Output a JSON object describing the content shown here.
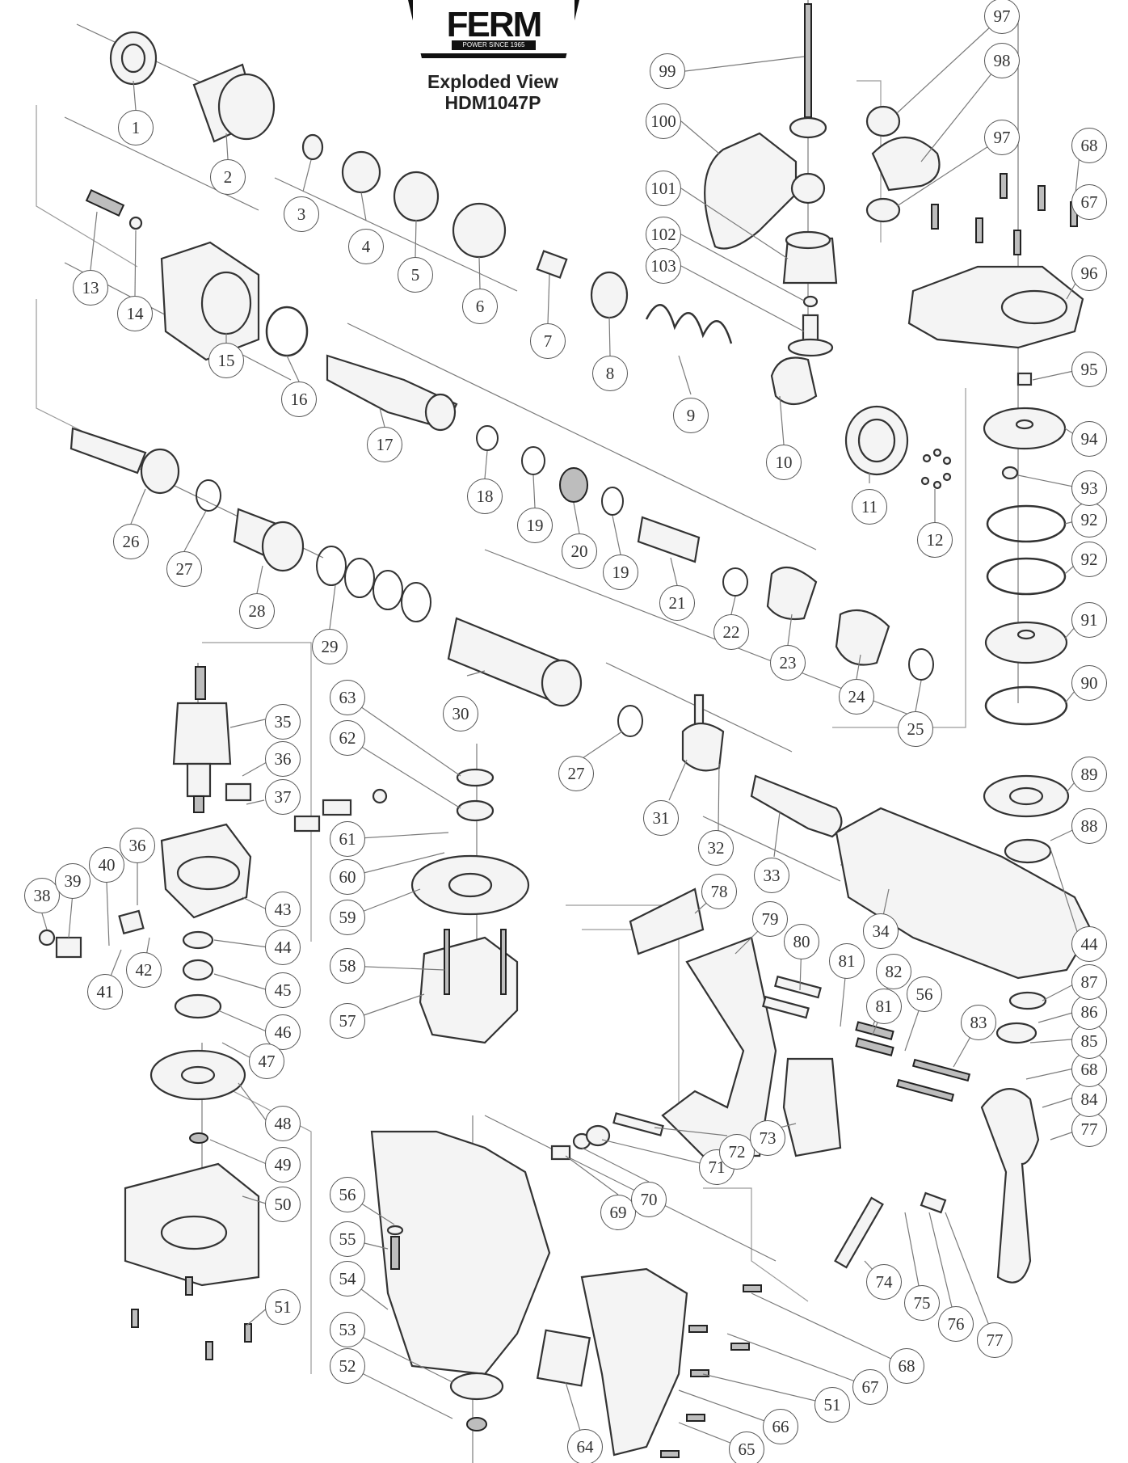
{
  "brand": {
    "name": "FERM",
    "tagline": "POWER SINCE 1965"
  },
  "header": {
    "title": "Exploded View",
    "model": "HDM1047P"
  },
  "callouts": [
    {
      "label": "1"
    },
    {
      "label": "2"
    },
    {
      "label": "3"
    },
    {
      "label": "4"
    },
    {
      "label": "5"
    },
    {
      "label": "6"
    },
    {
      "label": "7"
    },
    {
      "label": "8"
    },
    {
      "label": "9"
    },
    {
      "label": "10"
    },
    {
      "label": "11"
    },
    {
      "label": "12"
    },
    {
      "label": "13"
    },
    {
      "label": "14"
    },
    {
      "label": "15"
    },
    {
      "label": "16"
    },
    {
      "label": "17"
    },
    {
      "label": "18"
    },
    {
      "label": "19"
    },
    {
      "label": "20"
    },
    {
      "label": "19"
    },
    {
      "label": "21"
    },
    {
      "label": "22"
    },
    {
      "label": "23"
    },
    {
      "label": "24"
    },
    {
      "label": "25"
    },
    {
      "label": "26"
    },
    {
      "label": "27"
    },
    {
      "label": "28"
    },
    {
      "label": "29"
    },
    {
      "label": "30"
    },
    {
      "label": "27"
    },
    {
      "label": "31"
    },
    {
      "label": "32"
    },
    {
      "label": "33"
    },
    {
      "label": "34"
    },
    {
      "label": "35"
    },
    {
      "label": "36"
    },
    {
      "label": "37"
    },
    {
      "label": "36"
    },
    {
      "label": "38"
    },
    {
      "label": "39"
    },
    {
      "label": "40"
    },
    {
      "label": "41"
    },
    {
      "label": "42"
    },
    {
      "label": "43"
    },
    {
      "label": "44"
    },
    {
      "label": "45"
    },
    {
      "label": "46"
    },
    {
      "label": "47"
    },
    {
      "label": "48"
    },
    {
      "label": "49"
    },
    {
      "label": "50"
    },
    {
      "label": "51"
    },
    {
      "label": "52"
    },
    {
      "label": "53"
    },
    {
      "label": "54"
    },
    {
      "label": "55"
    },
    {
      "label": "56"
    },
    {
      "label": "57"
    },
    {
      "label": "58"
    },
    {
      "label": "59"
    },
    {
      "label": "60"
    },
    {
      "label": "61"
    },
    {
      "label": "62"
    },
    {
      "label": "63"
    },
    {
      "label": "64"
    },
    {
      "label": "65"
    },
    {
      "label": "66"
    },
    {
      "label": "51"
    },
    {
      "label": "67"
    },
    {
      "label": "68"
    },
    {
      "label": "69"
    },
    {
      "label": "70"
    },
    {
      "label": "71"
    },
    {
      "label": "72"
    },
    {
      "label": "73"
    },
    {
      "label": "74"
    },
    {
      "label": "75"
    },
    {
      "label": "76"
    },
    {
      "label": "77"
    },
    {
      "label": "77"
    },
    {
      "label": "84"
    },
    {
      "label": "68"
    },
    {
      "label": "85"
    },
    {
      "label": "86"
    },
    {
      "label": "87"
    },
    {
      "label": "44"
    },
    {
      "label": "83"
    },
    {
      "label": "56"
    },
    {
      "label": "81"
    },
    {
      "label": "82"
    },
    {
      "label": "81"
    },
    {
      "label": "80"
    },
    {
      "label": "79"
    },
    {
      "label": "78"
    },
    {
      "label": "88"
    },
    {
      "label": "89"
    },
    {
      "label": "90"
    },
    {
      "label": "91"
    },
    {
      "label": "92"
    },
    {
      "label": "92"
    },
    {
      "label": "93"
    },
    {
      "label": "94"
    },
    {
      "label": "95"
    },
    {
      "label": "96"
    },
    {
      "label": "67"
    },
    {
      "label": "68"
    },
    {
      "label": "97"
    },
    {
      "label": "98"
    },
    {
      "label": "97"
    },
    {
      "label": "99"
    },
    {
      "label": "100"
    },
    {
      "label": "101"
    },
    {
      "label": "102"
    },
    {
      "label": "103"
    }
  ]
}
